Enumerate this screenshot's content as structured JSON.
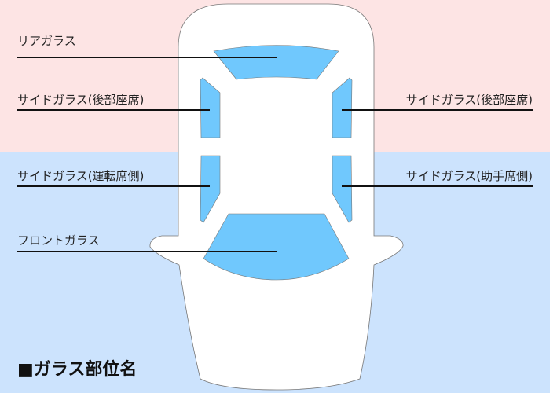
{
  "title": "■ガラス部位名",
  "labels": {
    "rear": "リアガラス",
    "side_rear_left": "サイドガラス(後部座席)",
    "side_rear_right": "サイドガラス(後部座席)",
    "side_driver": "サイドガラス(運転席側)",
    "side_passenger": "サイドガラス(助手席側)",
    "front": "フロントガラス"
  },
  "colors": {
    "top_background": "#fde4e4",
    "bottom_background": "#cce3fd",
    "glass": "#70c8fd",
    "car_body": "#ffffff"
  }
}
